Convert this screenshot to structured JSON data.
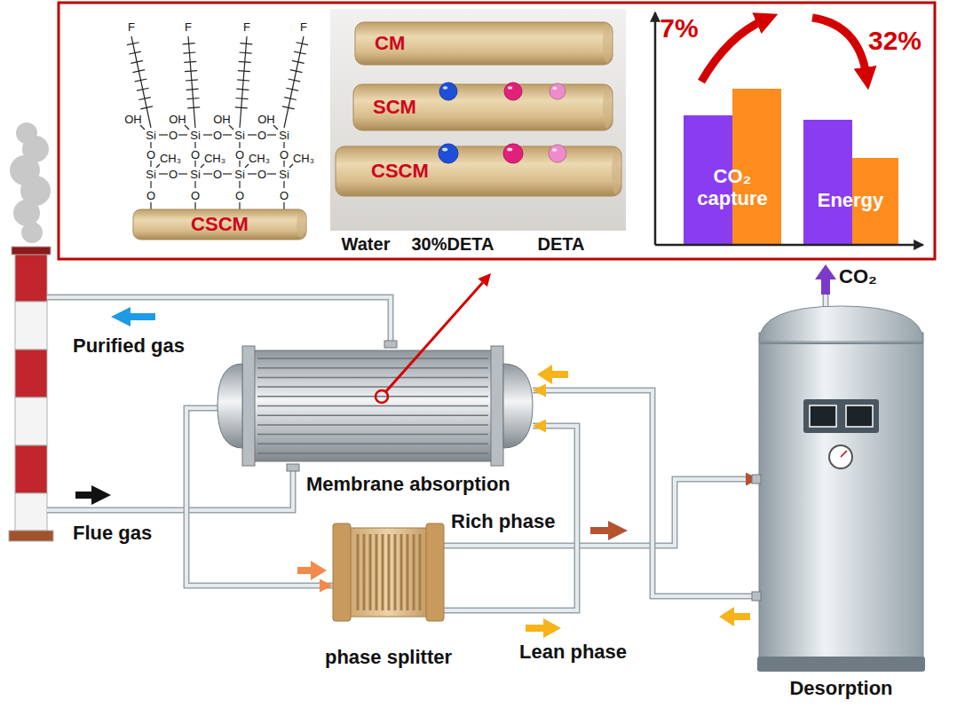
{
  "diagram": {
    "nodes": [
      {
        "text": [
          "CSCM"
        ]
      },
      {
        "text": [
          "CM"
        ]
      },
      {
        "text": [
          "SCM"
        ]
      },
      {
        "text": [
          "CSCM"
        ]
      },
      {
        "text": [
          "Membrane absorption"
        ]
      },
      {
        "text": [
          "phase splitter"
        ]
      },
      {
        "text": [
          "Desorption"
        ]
      }
    ],
    "edges": [
      {
        "from": 4,
        "to": 5,
        "arrow": "to"
      },
      {
        "from": 5,
        "to": 6,
        "label": "Rich phase",
        "arrow": "to"
      },
      {
        "from": 5,
        "to": 4,
        "label": "Lean phase",
        "arrow": "to"
      },
      {
        "from": 6,
        "to": 4,
        "arrow": "to"
      }
    ],
    "labels": [
      "Purified gas",
      "Flue gas",
      "CO₂",
      "Water",
      "30%DETA",
      "DETA",
      "7%",
      "32%",
      "CO₂ capture",
      "Energy",
      "F",
      "F",
      "F",
      "F",
      "OH",
      "OH",
      "OH",
      "OH",
      "Si",
      "Si",
      "Si",
      "Si",
      "O",
      "O",
      "O",
      "O",
      "O",
      "O",
      "O",
      "CH₃",
      "CH₃",
      "CH₃",
      "CH₃",
      "Si",
      "Si",
      "Si",
      "Si",
      "O",
      "O",
      "O",
      "O",
      "O",
      "O",
      "O"
    ]
  }
}
